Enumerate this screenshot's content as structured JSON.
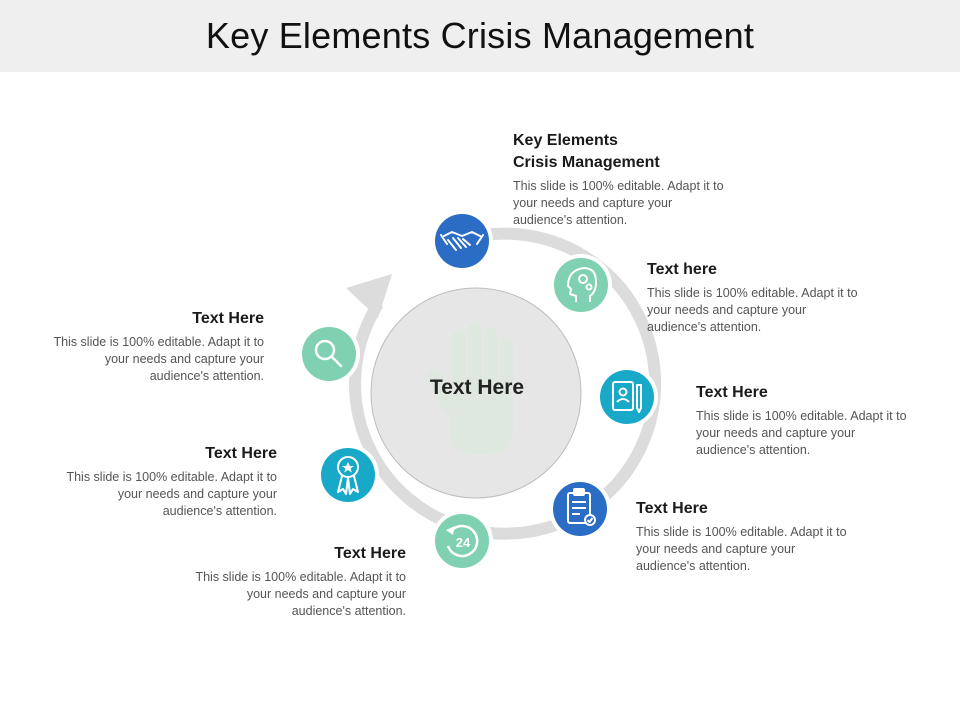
{
  "title": "Key Elements Crisis Management",
  "center": {
    "label": "Text Here"
  },
  "colors": {
    "blue": "#2b6cc4",
    "mint": "#7fd1b1",
    "teal": "#18a9c8",
    "ring": "#dcdcdc",
    "center_fill": "#e6e6e6"
  },
  "items": [
    {
      "heading": "Key Elements",
      "heading2": "Crisis Management",
      "body": "This slide is 100% editable. Adapt it to your needs and capture your audience's attention.",
      "icon": "handshake-icon"
    },
    {
      "heading": "Text here",
      "heading2": "",
      "body": "This slide is 100% editable. Adapt it to your needs and capture your audience's attention.",
      "icon": "head-gears-icon"
    },
    {
      "heading": "Text Here",
      "heading2": "",
      "body": "This slide is 100% editable. Adapt it to your needs and capture your audience's attention.",
      "icon": "contact-book-icon"
    },
    {
      "heading": "Text Here",
      "heading2": "",
      "body": "This slide is 100% editable. Adapt it to your needs and capture your audience's attention.",
      "icon": "clipboard-check-icon"
    },
    {
      "heading": "Text Here",
      "heading2": "",
      "body": "This slide is 100% editable. Adapt it to your needs and capture your audience's attention.",
      "icon": "clock-24-icon"
    },
    {
      "heading": "Text Here",
      "heading2": "",
      "body": "This slide is 100% editable. Adapt it to your needs and capture your audience's attention.",
      "icon": "award-ribbon-icon"
    },
    {
      "heading": "Text Here",
      "heading2": "",
      "body": "This slide is 100% editable. Adapt it to your needs and capture your audience's attention.",
      "icon": "magnifier-icon"
    }
  ]
}
